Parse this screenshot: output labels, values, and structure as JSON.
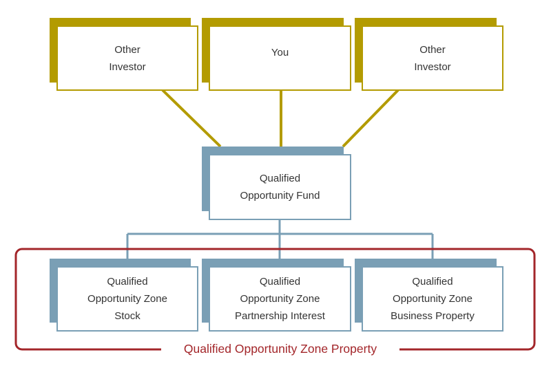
{
  "investors": [
    {
      "label": "Other\nInvestor"
    },
    {
      "label": "You"
    },
    {
      "label": "Other\nInvestor"
    }
  ],
  "fund": {
    "label": "Qualified\nOpportunity Fund"
  },
  "properties": [
    {
      "label": "Qualified\nOpportunity Zone\nStock"
    },
    {
      "label": "Qualified\nOpportunity Zone\nPartnership Interest"
    },
    {
      "label": "Qualified\nOpportunity Zone\nBusiness Property"
    }
  ],
  "property_group": {
    "label": "Qualified Opportunity Zone Property"
  },
  "colors": {
    "investor": "#b39b00",
    "fund": "#7a9fb5",
    "property_frame": "#a3262a",
    "text": "#333333"
  }
}
